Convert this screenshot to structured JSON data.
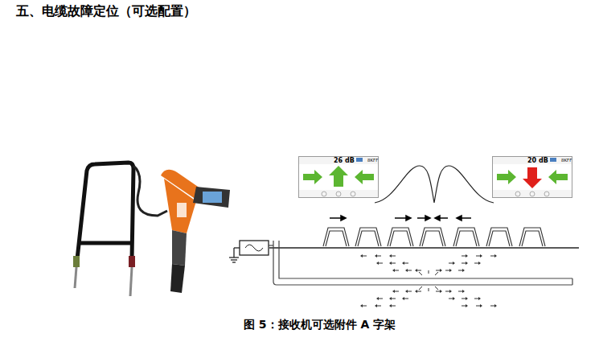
{
  "diagram": {
    "title": "五、电缆故障定位（可选配置）",
    "caption": "图 5：接收机可选附件 A 字架",
    "nodes": [
      {
        "text": [
          "26 dB",
          "8KFF"
        ]
      },
      {
        "text": [
          "20 dB",
          "8KFF"
        ]
      }
    ]
  }
}
